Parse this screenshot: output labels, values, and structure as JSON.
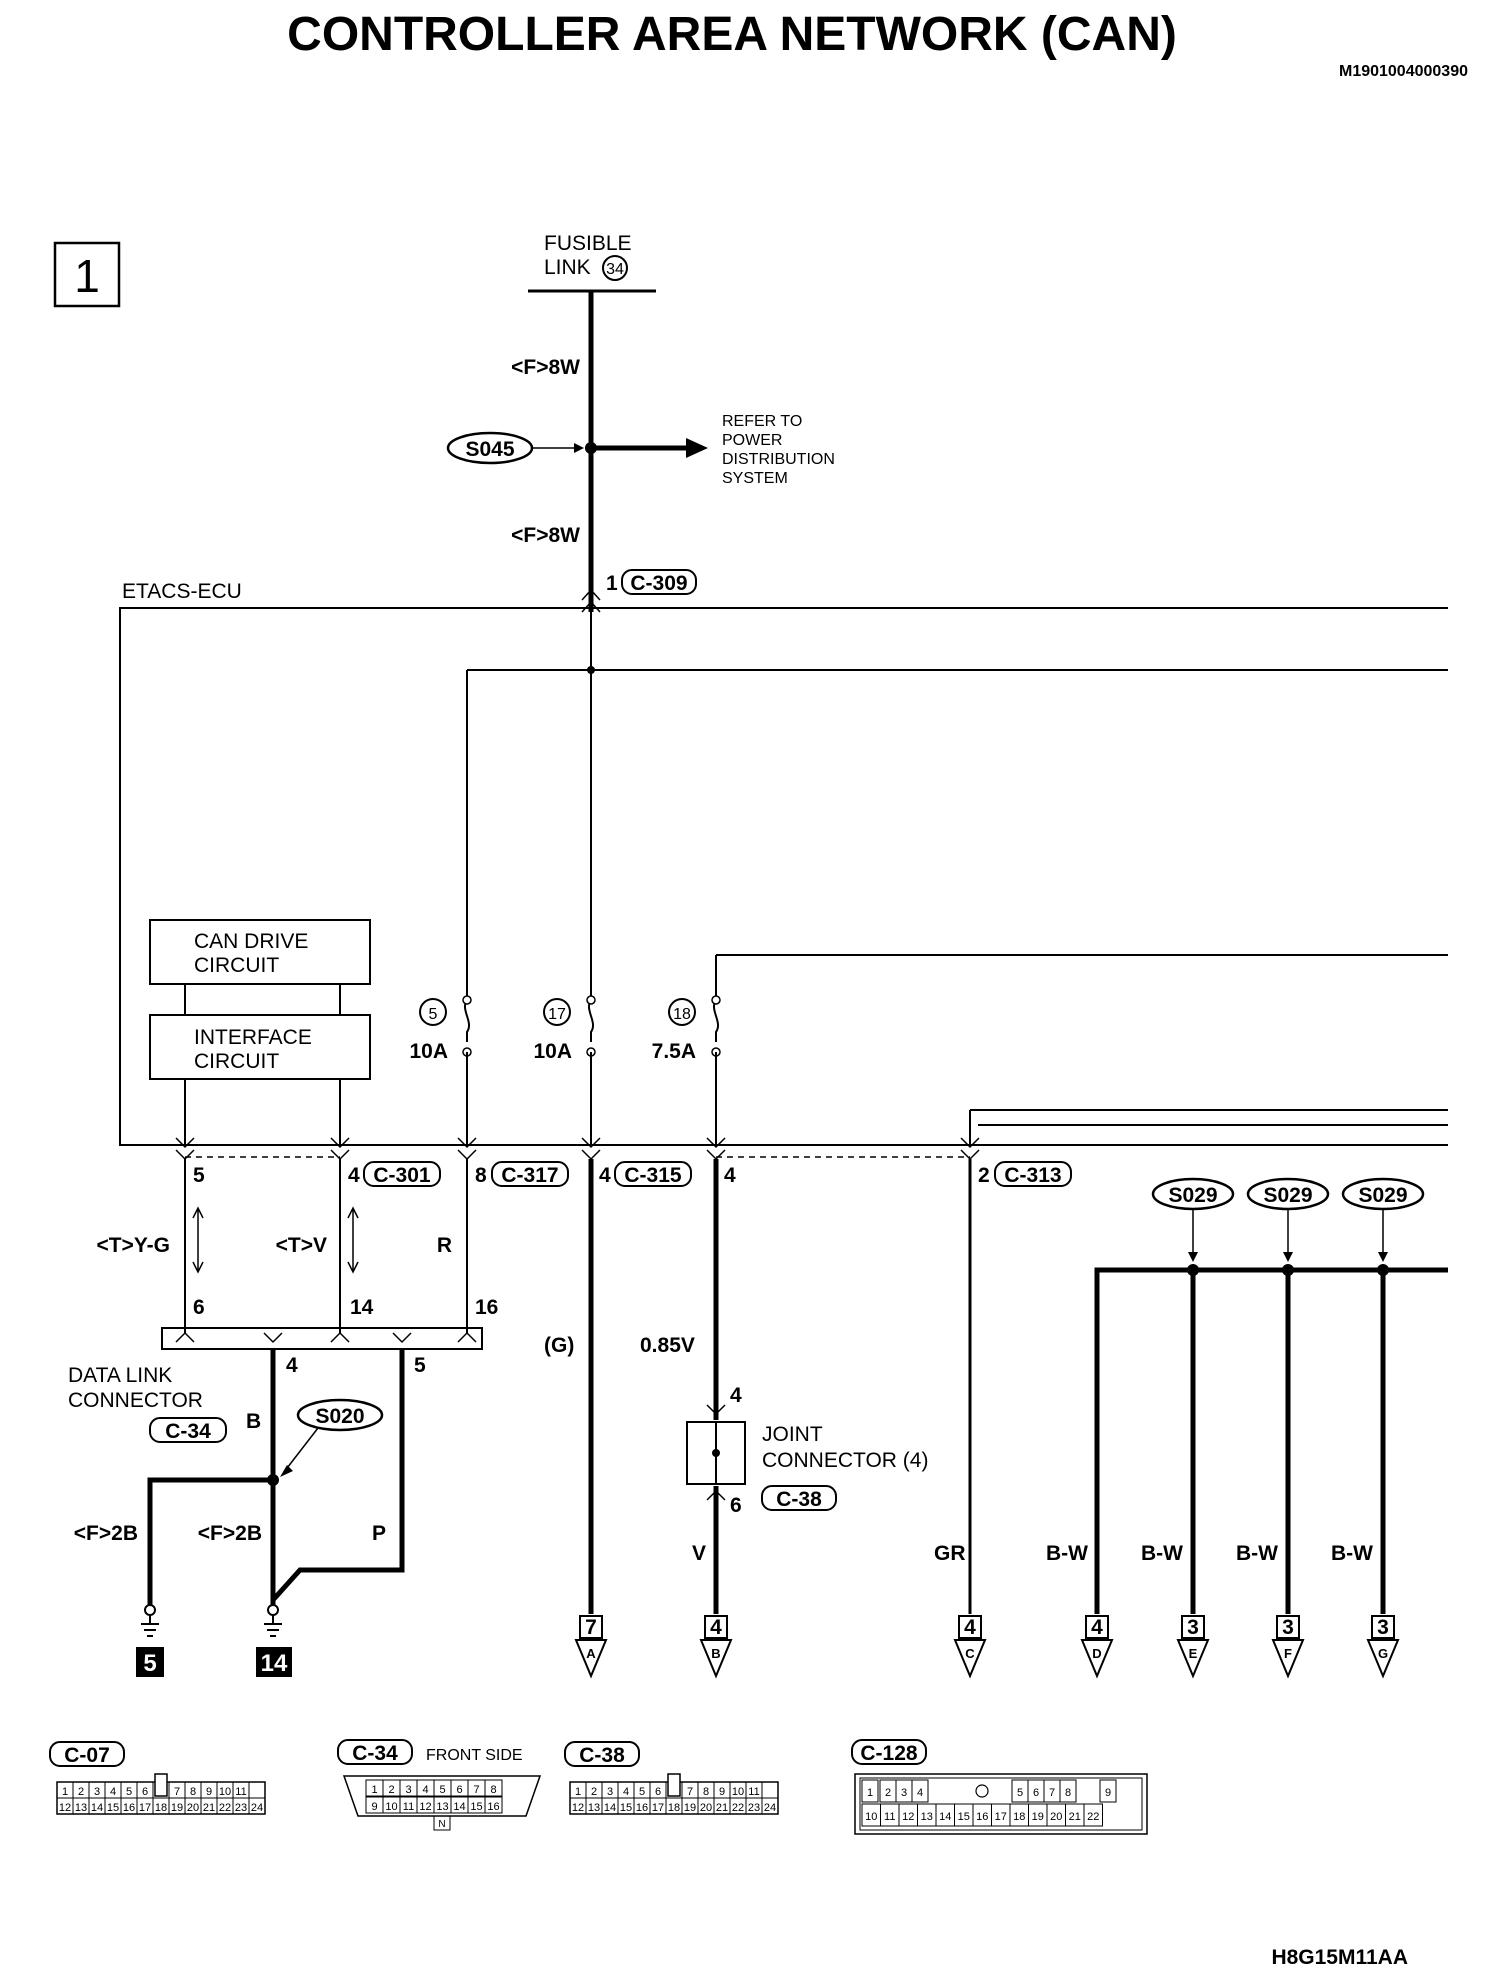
{
  "title": "CONTROLLER AREA NETWORK (CAN)",
  "doc_id": "M1901004000390",
  "figure_id": "H8G15M11AA",
  "page_number": "1",
  "fusible_link": {
    "label_1": "FUSIBLE",
    "label_2": "LINK",
    "number": "34"
  },
  "wire_f_8w_top": "<F>8W",
  "wire_f_8w_bottom": "<F>8W",
  "splice_s045": "S045",
  "refer_to": [
    "REFER TO",
    "POWER",
    "DISTRIBUTION",
    "SYSTEM"
  ],
  "etacs_ecu": "ETACS-ECU",
  "c309": {
    "pin": "1",
    "connector": "C-309"
  },
  "can_drive_circuit": [
    "CAN DRIVE",
    "CIRCUIT"
  ],
  "interface_circuit": [
    "INTERFACE",
    "CIRCUIT"
  ],
  "fuses": [
    {
      "number": "5",
      "rating": "10A"
    },
    {
      "number": "17",
      "rating": "10A"
    },
    {
      "number": "18",
      "rating": "7.5A"
    }
  ],
  "ecu_pins": {
    "p5": "5",
    "p4_c301": "4",
    "c301": "C-301",
    "p8": "8",
    "c317": "C-317",
    "p4_c315": "4",
    "c315": "C-315",
    "p4_18": "4",
    "p2": "2",
    "c313": "C-313"
  },
  "wire_t_yg": "<T>Y-G",
  "wire_t_v": "<T>V",
  "wire_r": "R",
  "dlc_pins": {
    "p6": "6",
    "p14": "14",
    "p16": "16",
    "p4": "4",
    "p5": "5"
  },
  "dlc_label": [
    "DATA LINK",
    "CONNECTOR"
  ],
  "c34": "C-34",
  "wire_b": "B",
  "splice_s020": "S020",
  "wire_f_2b_left": "<F>2B",
  "wire_f_2b_right": "<F>2B",
  "wire_p": "P",
  "ground_5": "5",
  "ground_14": "14",
  "wire_g": "(G)",
  "wire_085v": "0.85V",
  "joint": {
    "pin_top": "4",
    "pin_bottom": "6",
    "label_1": "JOINT",
    "label_2": "CONNECTOR (4)",
    "connector": "C-38"
  },
  "wire_v": "V",
  "wire_gr": "GR",
  "wire_bw": "B-W",
  "splice_s029": "S029",
  "continuations": [
    {
      "page": "7",
      "letter": "A"
    },
    {
      "page": "4",
      "letter": "B"
    },
    {
      "page": "4",
      "letter": "C"
    },
    {
      "page": "4",
      "letter": "D"
    },
    {
      "page": "3",
      "letter": "E"
    },
    {
      "page": "3",
      "letter": "F"
    },
    {
      "page": "3",
      "letter": "G"
    }
  ],
  "connectors": {
    "c07": {
      "name": "C-07",
      "row1": [
        "1",
        "2",
        "3",
        "4",
        "5",
        "6",
        "",
        "7",
        "8",
        "9",
        "10",
        "11"
      ],
      "row2": [
        "12",
        "13",
        "14",
        "15",
        "16",
        "17",
        "18",
        "19",
        "20",
        "21",
        "22",
        "23",
        "24"
      ]
    },
    "c34": {
      "name": "C-34",
      "note": "FRONT SIDE",
      "row1": [
        "1",
        "2",
        "3",
        "4",
        "5",
        "6",
        "7",
        "8"
      ],
      "row2": [
        "9",
        "10",
        "11",
        "12",
        "13",
        "14",
        "15",
        "16"
      ],
      "key": "N"
    },
    "c38": {
      "name": "C-38",
      "row1": [
        "1",
        "2",
        "3",
        "4",
        "5",
        "6",
        "",
        "7",
        "8",
        "9",
        "10",
        "11"
      ],
      "row2": [
        "12",
        "13",
        "14",
        "15",
        "16",
        "17",
        "18",
        "19",
        "20",
        "21",
        "22",
        "23",
        "24"
      ]
    },
    "c128": {
      "name": "C-128",
      "row1": [
        "1",
        "2",
        "3",
        "4",
        "5",
        "6",
        "7",
        "8",
        "9"
      ],
      "row2": [
        "10",
        "11",
        "12",
        "13",
        "14",
        "15",
        "16",
        "17",
        "18",
        "19",
        "20",
        "21",
        "22"
      ]
    }
  }
}
